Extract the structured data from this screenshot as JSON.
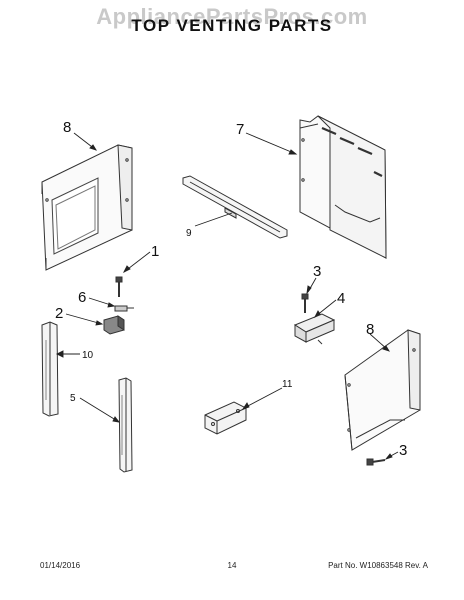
{
  "watermark": "AppliancePartsPros.com",
  "title": "TOP VENTING PARTS",
  "callouts": {
    "c8a": "8",
    "c7": "7",
    "c9": "9",
    "c1": "1",
    "c6": "6",
    "c2": "2",
    "c10": "10",
    "c5": "5",
    "c3a": "3",
    "c4": "4",
    "c8b": "8",
    "c11": "11",
    "c3b": "3"
  },
  "footer": {
    "date": "01/14/2016",
    "page": "14",
    "part_no": "Part No. W10863548  Rev. A"
  }
}
